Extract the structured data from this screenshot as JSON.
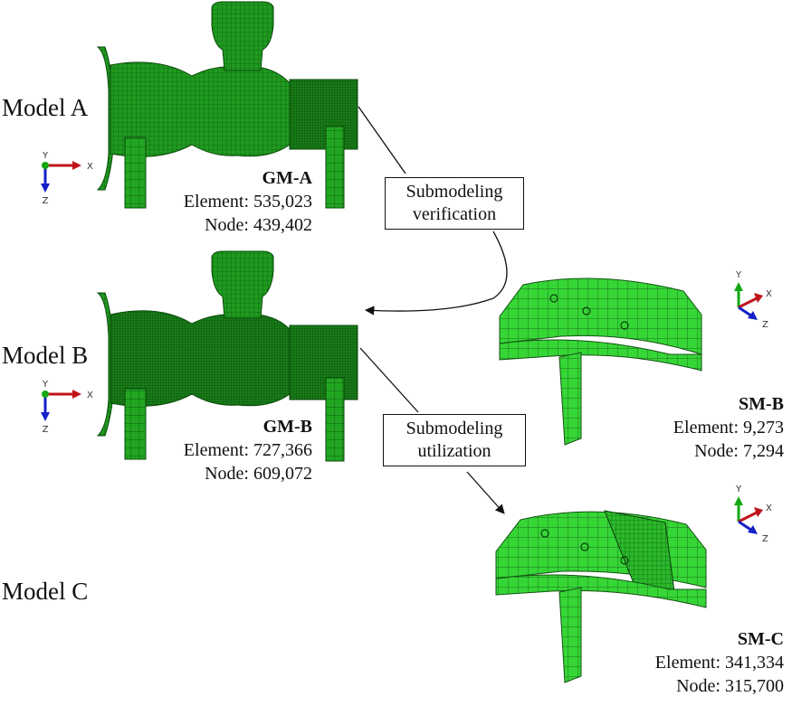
{
  "models": [
    {
      "label": "Model A"
    },
    {
      "label": "Model B"
    },
    {
      "label": "Model C"
    }
  ],
  "meshes": {
    "gm_a": {
      "name": "GM-A",
      "element_label": "Element:",
      "element_count": "535,023",
      "node_label": "Node:",
      "node_count": "439,402"
    },
    "gm_b": {
      "name": "GM-B",
      "element_label": "Element:",
      "element_count": "727,366",
      "node_label": "Node:",
      "node_count": "609,072"
    },
    "sm_b": {
      "name": "SM-B",
      "element_label": "Element:",
      "element_count": "9,273",
      "node_label": "Node:",
      "node_count": "7,294"
    },
    "sm_c": {
      "name": "SM-C",
      "element_label": "Element:",
      "element_count": "341,334",
      "node_label": "Node:",
      "node_count": "315,700"
    }
  },
  "process_boxes": {
    "verification": {
      "line1": "Submodeling",
      "line2": "verification"
    },
    "utilization": {
      "line1": "Submodeling",
      "line2": "utilization"
    }
  },
  "axes": {
    "global": {
      "a": "Y",
      "b": "X",
      "c": "Z"
    },
    "sub": {
      "a": "Y",
      "b": "X",
      "c": "Z"
    }
  },
  "colors": {
    "mesh_green": "#1f9a1f",
    "sub_green": "#33d433",
    "axis_x": "#c0141a",
    "axis_y": "#14a814",
    "axis_z": "#1420c8"
  }
}
